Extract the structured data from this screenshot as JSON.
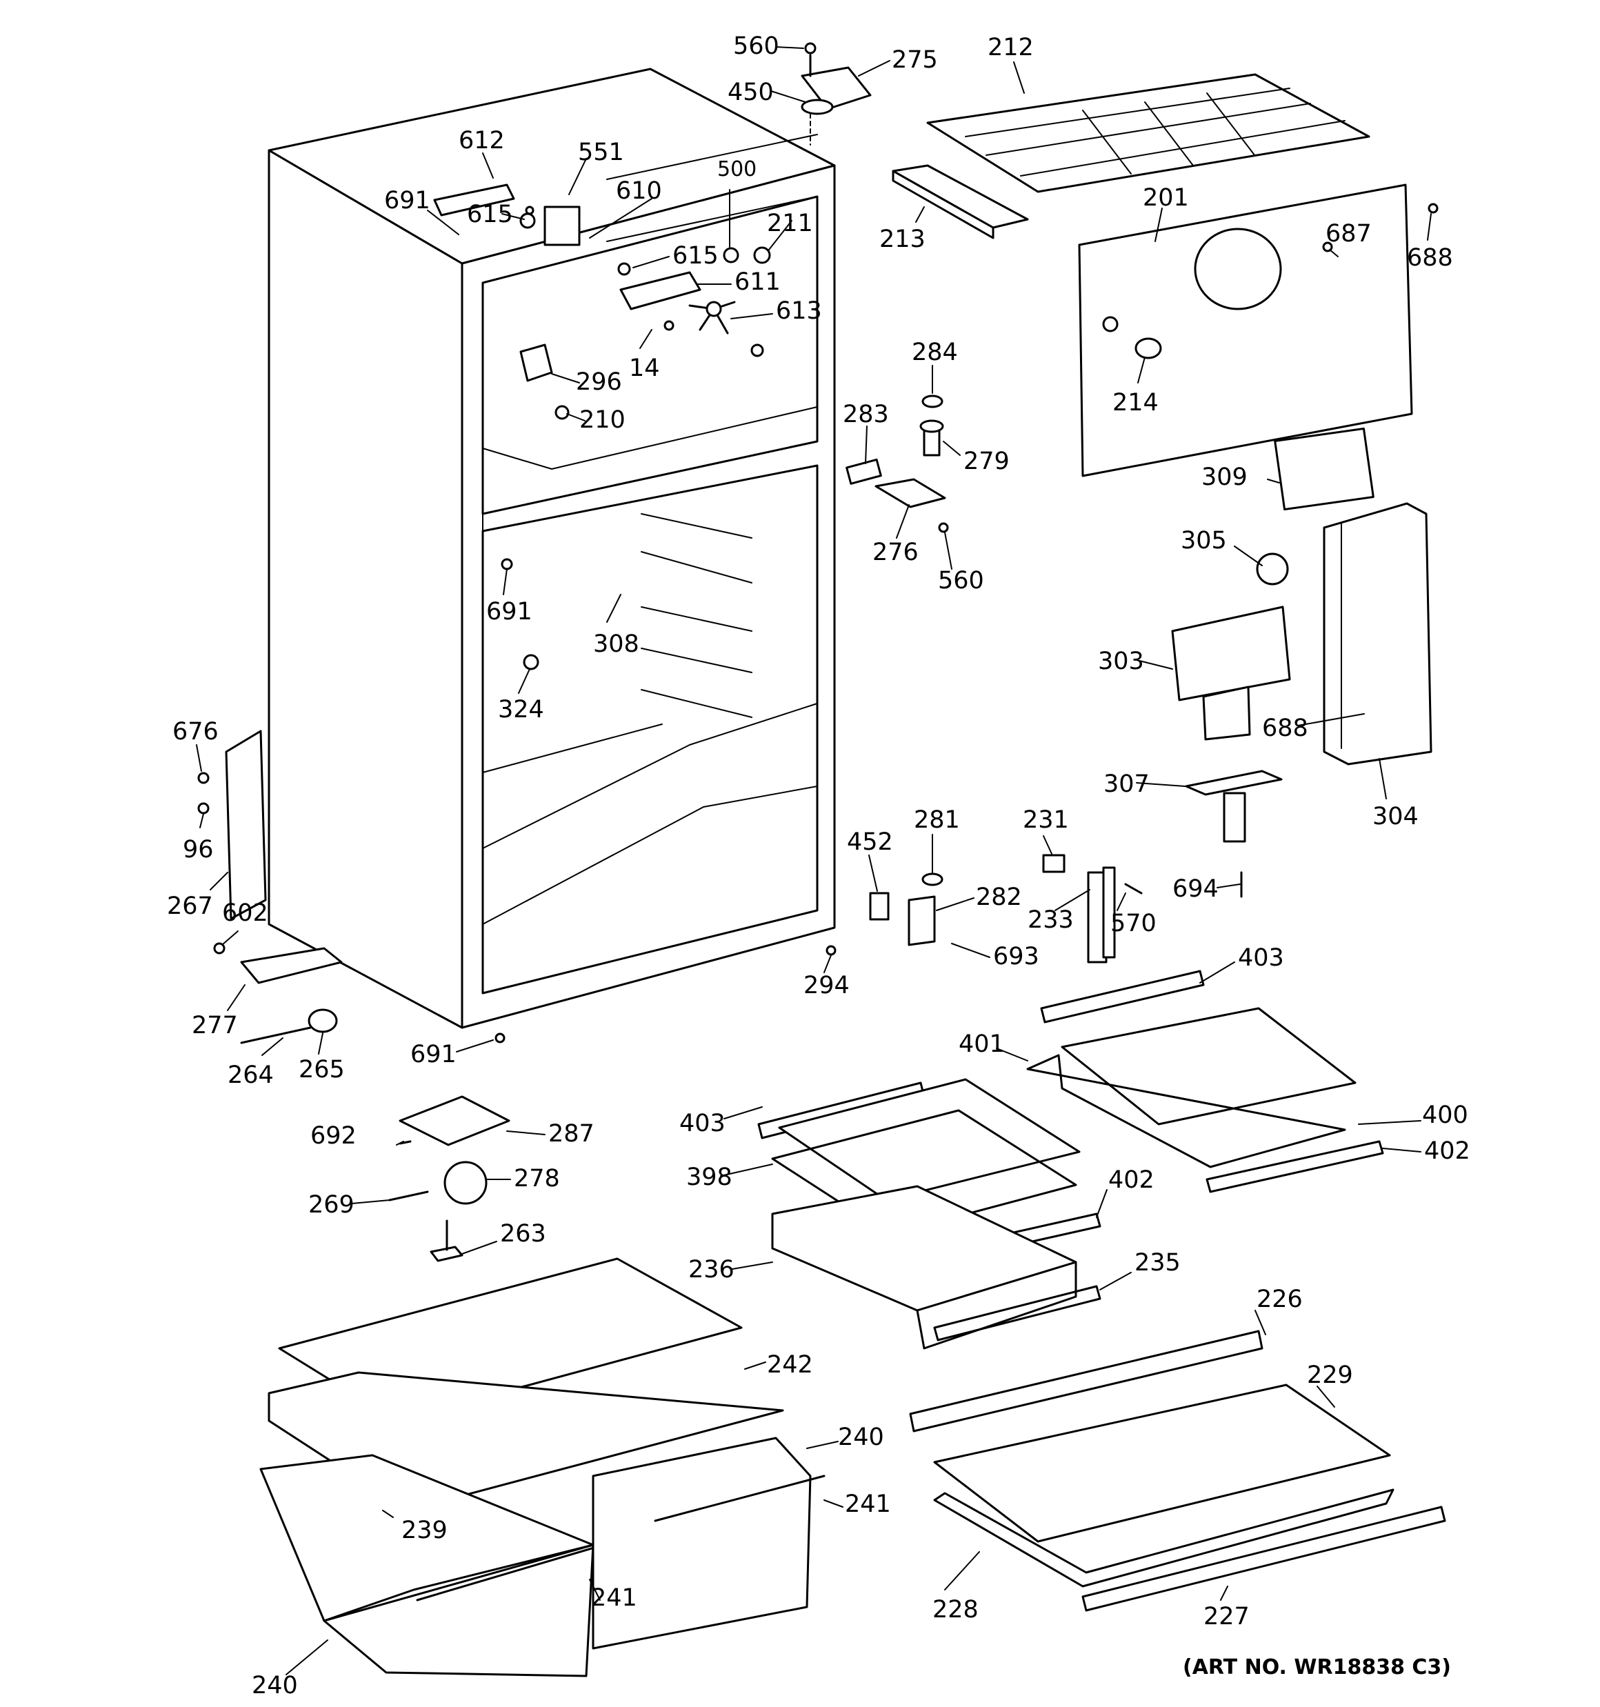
{
  "art_number": "(ART NO. WR18838 C3)",
  "callouts": [
    {
      "id": "c560a",
      "text": "560"
    },
    {
      "id": "c275",
      "text": "275"
    },
    {
      "id": "c450",
      "text": "450"
    },
    {
      "id": "c212",
      "text": "212"
    },
    {
      "id": "c612",
      "text": "612"
    },
    {
      "id": "c551",
      "text": "551"
    },
    {
      "id": "c691a",
      "text": "691"
    },
    {
      "id": "c615a",
      "text": "615"
    },
    {
      "id": "c610",
      "text": "610"
    },
    {
      "id": "c500",
      "text": "500"
    },
    {
      "id": "c211",
      "text": "211"
    },
    {
      "id": "c615b",
      "text": "615"
    },
    {
      "id": "c611",
      "text": "611"
    },
    {
      "id": "c613",
      "text": "613"
    },
    {
      "id": "c14",
      "text": "14"
    },
    {
      "id": "c296",
      "text": "296"
    },
    {
      "id": "c210",
      "text": "210"
    },
    {
      "id": "c213",
      "text": "213"
    },
    {
      "id": "c201",
      "text": "201"
    },
    {
      "id": "c687",
      "text": "687"
    },
    {
      "id": "c688a",
      "text": "688"
    },
    {
      "id": "c214",
      "text": "214"
    },
    {
      "id": "c284",
      "text": "284"
    },
    {
      "id": "c283",
      "text": "283"
    },
    {
      "id": "c279",
      "text": "279"
    },
    {
      "id": "c276",
      "text": "276"
    },
    {
      "id": "c560b",
      "text": "560"
    },
    {
      "id": "c309",
      "text": "309"
    },
    {
      "id": "c305",
      "text": "305"
    },
    {
      "id": "c303",
      "text": "303"
    },
    {
      "id": "c688b",
      "text": "688"
    },
    {
      "id": "c307",
      "text": "307"
    },
    {
      "id": "c304",
      "text": "304"
    },
    {
      "id": "c691b",
      "text": "691"
    },
    {
      "id": "c308",
      "text": "308"
    },
    {
      "id": "c324",
      "text": "324"
    },
    {
      "id": "c676",
      "text": "676"
    },
    {
      "id": "c96",
      "text": "96"
    },
    {
      "id": "c267",
      "text": "267"
    },
    {
      "id": "c602",
      "text": "602"
    },
    {
      "id": "c277",
      "text": "277"
    },
    {
      "id": "c264",
      "text": "264"
    },
    {
      "id": "c265",
      "text": "265"
    },
    {
      "id": "c691c",
      "text": "691"
    },
    {
      "id": "c294",
      "text": "294"
    },
    {
      "id": "c452",
      "text": "452"
    },
    {
      "id": "c281",
      "text": "281"
    },
    {
      "id": "c282",
      "text": "282"
    },
    {
      "id": "c693",
      "text": "693"
    },
    {
      "id": "c231",
      "text": "231"
    },
    {
      "id": "c233",
      "text": "233"
    },
    {
      "id": "c570",
      "text": "570"
    },
    {
      "id": "c694",
      "text": "694"
    },
    {
      "id": "c403a",
      "text": "403"
    },
    {
      "id": "c401",
      "text": "401"
    },
    {
      "id": "c400",
      "text": "400"
    },
    {
      "id": "c402a",
      "text": "402"
    },
    {
      "id": "c403b",
      "text": "403"
    },
    {
      "id": "c398",
      "text": "398"
    },
    {
      "id": "c402b",
      "text": "402"
    },
    {
      "id": "c236",
      "text": "236"
    },
    {
      "id": "c235",
      "text": "235"
    },
    {
      "id": "c692",
      "text": "692"
    },
    {
      "id": "c287",
      "text": "287"
    },
    {
      "id": "c269",
      "text": "269"
    },
    {
      "id": "c278",
      "text": "278"
    },
    {
      "id": "c263",
      "text": "263"
    },
    {
      "id": "c226",
      "text": "226"
    },
    {
      "id": "c229",
      "text": "229"
    },
    {
      "id": "c242",
      "text": "242"
    },
    {
      "id": "c240a",
      "text": "240"
    },
    {
      "id": "c241a",
      "text": "241"
    },
    {
      "id": "c239",
      "text": "239"
    },
    {
      "id": "c241b",
      "text": "241"
    },
    {
      "id": "c228",
      "text": "228"
    },
    {
      "id": "c227",
      "text": "227"
    },
    {
      "id": "c240b",
      "text": "240"
    }
  ]
}
